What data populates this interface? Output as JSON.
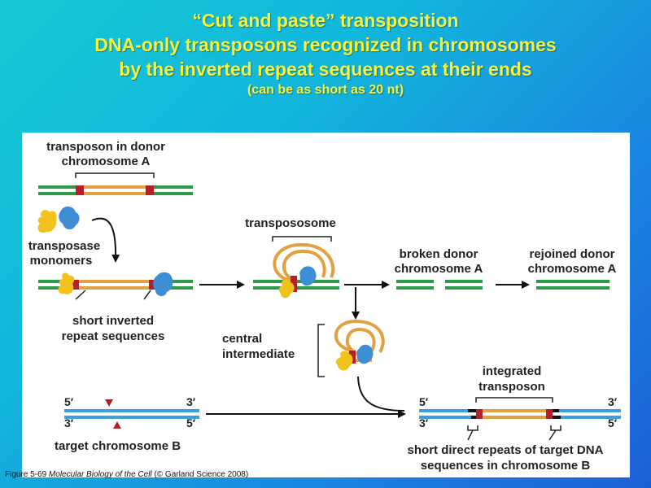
{
  "title": {
    "line1": "“Cut and paste” transposition",
    "line2": "DNA-only transposons recognized in chromosomes",
    "line3": "by the inverted repeat sequences at their ends",
    "line4": "(can be as short as 20 nt)"
  },
  "labels": {
    "donor_line1": "transposon in donor",
    "donor_line2": "chromosome A",
    "monomers_line1": "transposase",
    "monomers_line2": "monomers",
    "repeats_line1": "short inverted",
    "repeats_line2": "repeat sequences",
    "transpososome": "transpososome",
    "broken_line1": "broken donor",
    "broken_line2": "chromosome A",
    "rejoined_line1": "rejoined donor",
    "rejoined_line2": "chromosome A",
    "central_line1": "central",
    "central_line2": "intermediate",
    "integrated_line1": "integrated",
    "integrated_line2": "transposon",
    "target": "target chromosome B",
    "direct_line1": "short direct repeats of target DNA",
    "direct_line2": "sequences in chromosome B",
    "five_prime": "5′",
    "three_prime": "3′"
  },
  "caption": {
    "figure": "Figure 5-69",
    "book": "Molecular Biology of the Cell",
    "credit": "(© Garland Science 2008)"
  },
  "colors": {
    "donor_dna": "#2e9a48",
    "transposon": "#e3a040",
    "repeat": "#b3202a",
    "target_dna": "#3aa0dc",
    "transposase_yellow": "#f2c21c",
    "transposase_blue": "#3e8ed6",
    "title": "#f7f23a"
  }
}
